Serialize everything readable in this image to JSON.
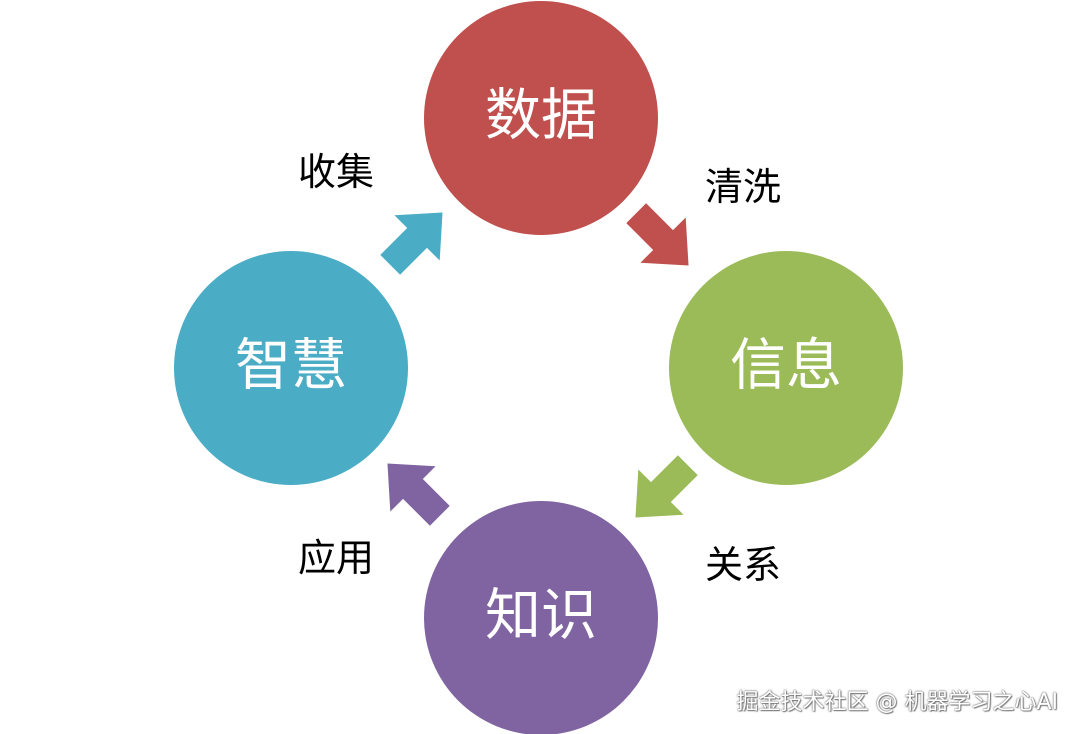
{
  "nodes": {
    "data": {
      "label": "数据",
      "color": "#c0504d"
    },
    "information": {
      "label": "信息",
      "color": "#9bbb59"
    },
    "knowledge": {
      "label": "知识",
      "color": "#8064a2"
    },
    "wisdom": {
      "label": "智慧",
      "color": "#4bacc6"
    }
  },
  "steps": {
    "collect": {
      "label": "收集",
      "arrow_color": "#4bacc6",
      "icon": "arrow-up-right-icon"
    },
    "clean": {
      "label": "清洗",
      "arrow_color": "#c0504d",
      "icon": "arrow-down-right-icon"
    },
    "relate": {
      "label": "关系",
      "arrow_color": "#9bbb59",
      "icon": "arrow-down-left-icon"
    },
    "apply": {
      "label": "应用",
      "arrow_color": "#8064a2",
      "icon": "arrow-up-left-icon"
    }
  },
  "watermark": "掘金技术社区 @ 机器学习之心AI"
}
